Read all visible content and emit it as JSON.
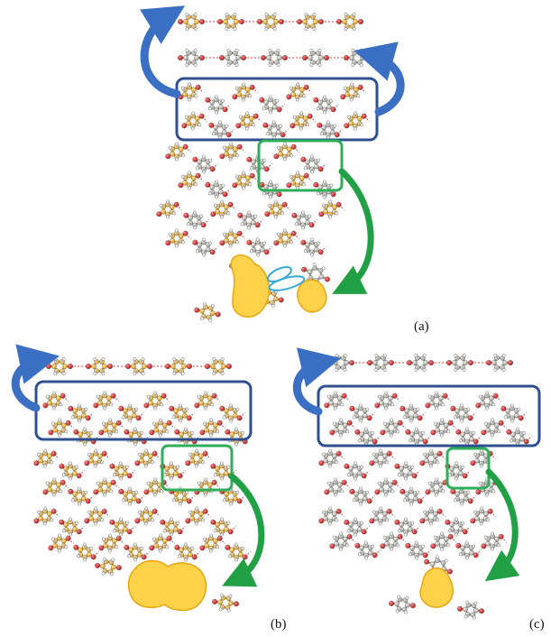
{
  "panels": [
    {
      "id": "a",
      "label": "(a)",
      "molecule_color": "#f5b72a",
      "second_color": "#c8c4bc"
    },
    {
      "id": "b",
      "label": "(b)",
      "molecule_color": "#f5b72a"
    },
    {
      "id": "c",
      "label": "(c)",
      "molecule_color": "#c8c4bc"
    }
  ],
  "colors": {
    "blue_box": "#2f4f8f",
    "green_box": "#2fae5a",
    "blue_arrow": "#3a6fc4",
    "green_arrow": "#22a045",
    "oxygen": "#d42020",
    "hydrogen": "#f2f2f2",
    "hbond": "#e04040",
    "highlight": "#ffd24a",
    "ellipse": "#37a9d8"
  },
  "icons": [
    "blue-curved-arrow",
    "green-curved-arrow",
    "hydrogen-bond-dashed-line"
  ]
}
